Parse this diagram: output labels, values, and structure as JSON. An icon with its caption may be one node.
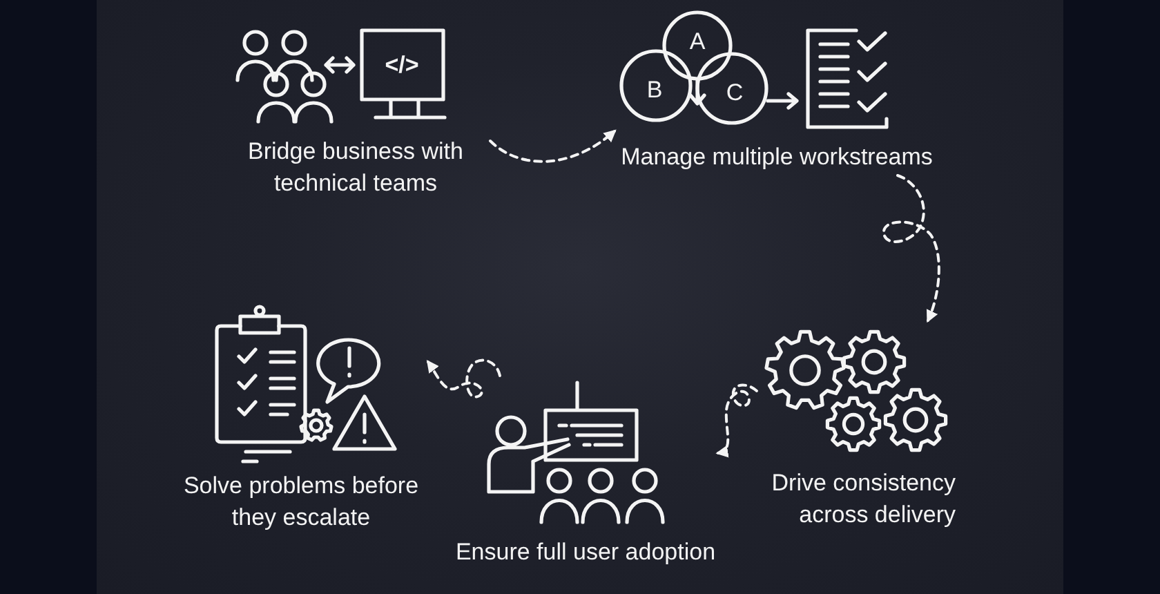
{
  "diagram": {
    "nodes": [
      {
        "text": [
          "Bridge business with technical teams"
        ]
      },
      {
        "text": [
          "Manage multiple workstreams"
        ]
      },
      {
        "text": [
          "Drive consistency across delivery"
        ]
      },
      {
        "text": [
          "Ensure full user adoption"
        ]
      },
      {
        "text": [
          "Solve problems before they escalate"
        ]
      }
    ],
    "edges": [
      {
        "from": 0,
        "to": 1,
        "arrow": "to",
        "style": "dashed"
      },
      {
        "from": 1,
        "to": 2,
        "arrow": "to",
        "style": "dashed"
      },
      {
        "from": 2,
        "to": 3,
        "arrow": "to",
        "style": "dashed"
      },
      {
        "from": 3,
        "to": 4,
        "arrow": "to",
        "style": "dashed"
      }
    ],
    "labels": [
      "</>",
      "A",
      "B",
      "C"
    ]
  }
}
